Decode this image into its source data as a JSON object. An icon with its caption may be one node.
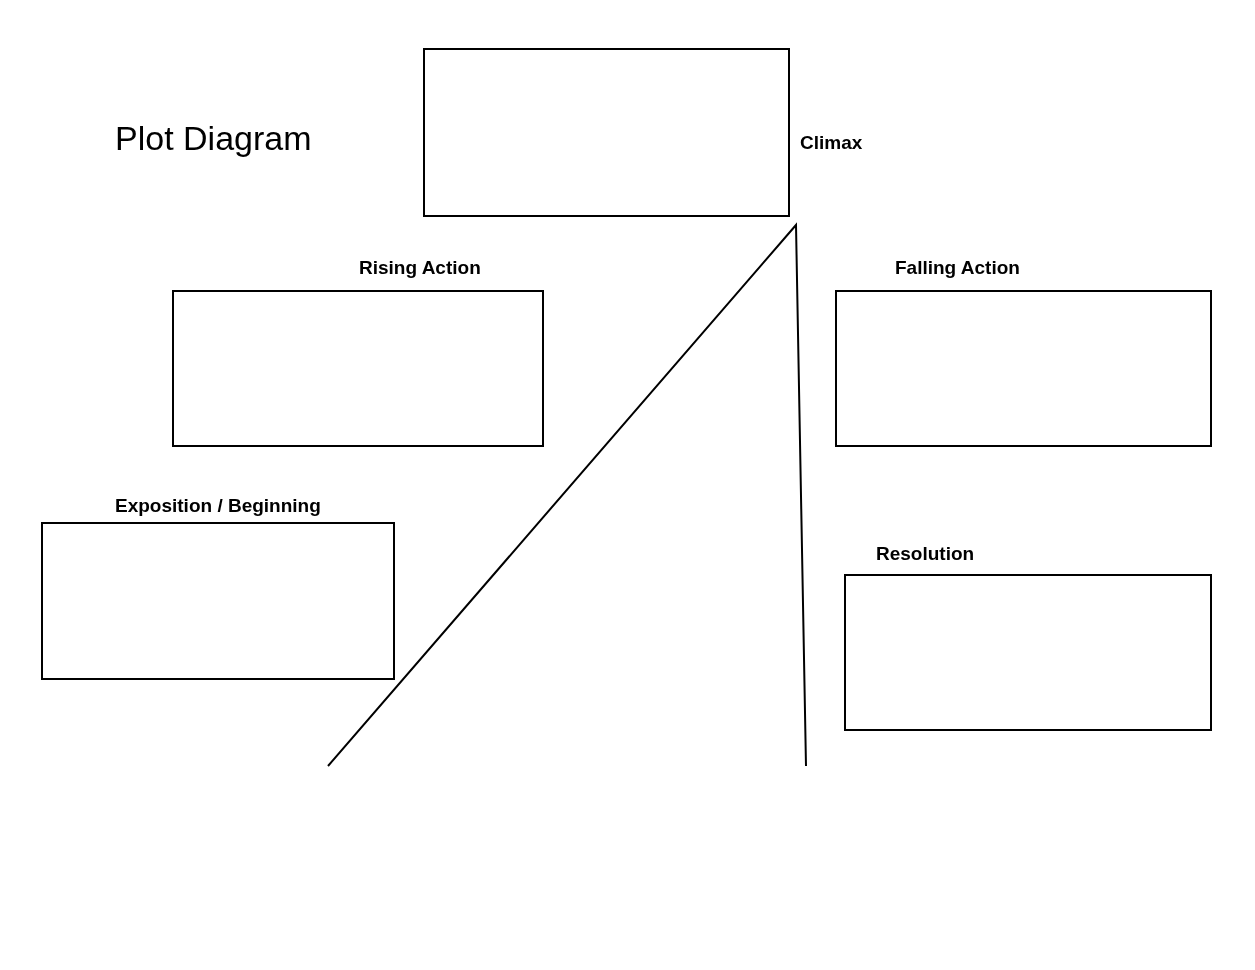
{
  "diagram": {
    "title": "Plot Diagram",
    "nodes": [
      {
        "text": [
          "Climax"
        ]
      },
      {
        "text": [
          "Rising Action"
        ]
      },
      {
        "text": [
          "Falling Action"
        ]
      },
      {
        "text": [
          "Exposition / Beginning"
        ]
      },
      {
        "text": [
          "Resolution"
        ]
      }
    ]
  }
}
